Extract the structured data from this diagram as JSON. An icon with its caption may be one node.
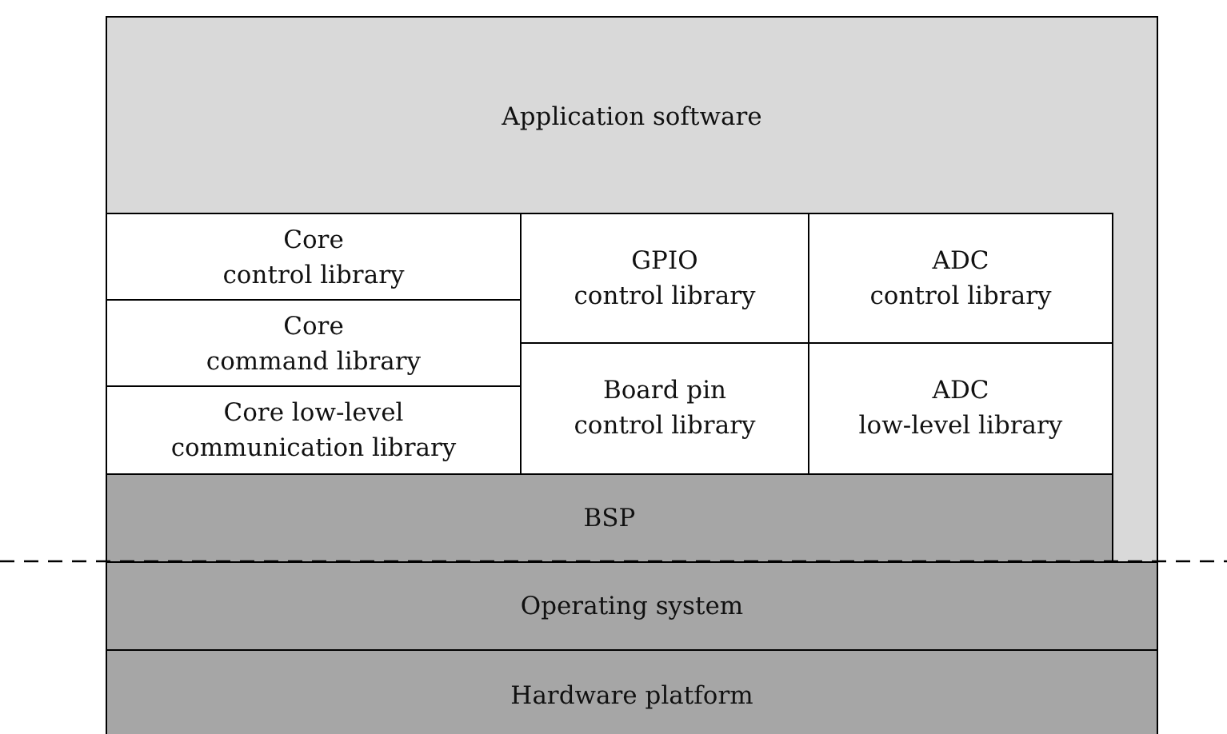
{
  "diagram": {
    "nodes": [
      {
        "text": [
          "Application software"
        ]
      },
      {
        "text": [
          "Core control library"
        ],
        "in": 0
      },
      {
        "text": [
          "GPIO control library"
        ],
        "in": 0
      },
      {
        "text": [
          "ADC control library"
        ],
        "in": 0
      },
      {
        "text": [
          "Core command library"
        ],
        "in": 0
      },
      {
        "text": [
          "Board pin control library"
        ],
        "in": 0
      },
      {
        "text": [
          "ADC low-level library"
        ],
        "in": 0
      },
      {
        "text": [
          "Core low-level communication library"
        ],
        "in": 0
      },
      {
        "text": [
          "BSP"
        ],
        "in": 0
      },
      {
        "text": [
          "Operating system"
        ]
      },
      {
        "text": [
          "Hardware platform"
        ]
      }
    ],
    "edges": []
  }
}
